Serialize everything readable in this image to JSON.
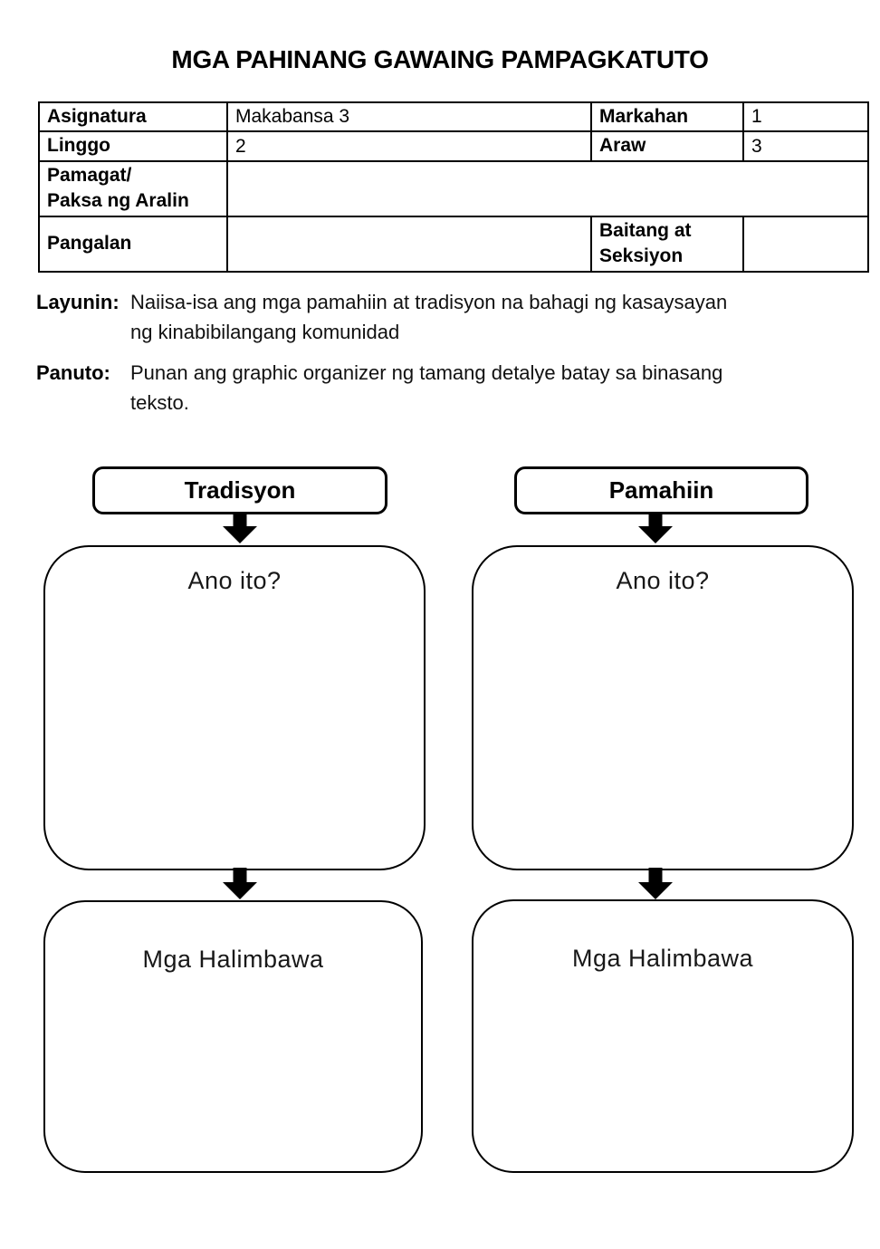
{
  "page": {
    "title": "MGA PAHINANG GAWAING PAMPAGKATUTO"
  },
  "info_table": {
    "asignatura_label": "Asignatura",
    "asignatura_value": "Makabansa 3",
    "markahan_label": "Markahan",
    "markahan_value": "1",
    "linggo_label": "Linggo",
    "linggo_value": "2",
    "araw_label": "Araw",
    "araw_value": "3",
    "pamagat_label": "Pamagat/\nPaksa ng Aralin",
    "pamagat_value": "",
    "pangalan_label": "Pangalan",
    "pangalan_value": "",
    "baitang_label": "Baitang at\nSeksiyon",
    "baitang_value": ""
  },
  "sections": {
    "layunin_label": "Layunin:",
    "layunin_text": "Naiisa-isa ang mga pamahiin at tradisyon na bahagi ng kasaysayan\nng kinabibilangang komunidad",
    "panuto_label": "Panuto:",
    "panuto_text": "Punan ang graphic organizer ng tamang detalye batay sa binasang\nteksto."
  },
  "organizer": {
    "columns": [
      {
        "title": "Tradisyon",
        "question_label": "Ano ito?",
        "examples_label": "Mga Halimbawa"
      },
      {
        "title": "Pamahiin",
        "question_label": "Ano ito?",
        "examples_label": "Mga Halimbawa"
      }
    ]
  },
  "colors": {
    "ink": "#000000",
    "page_background": "#ffffff"
  }
}
